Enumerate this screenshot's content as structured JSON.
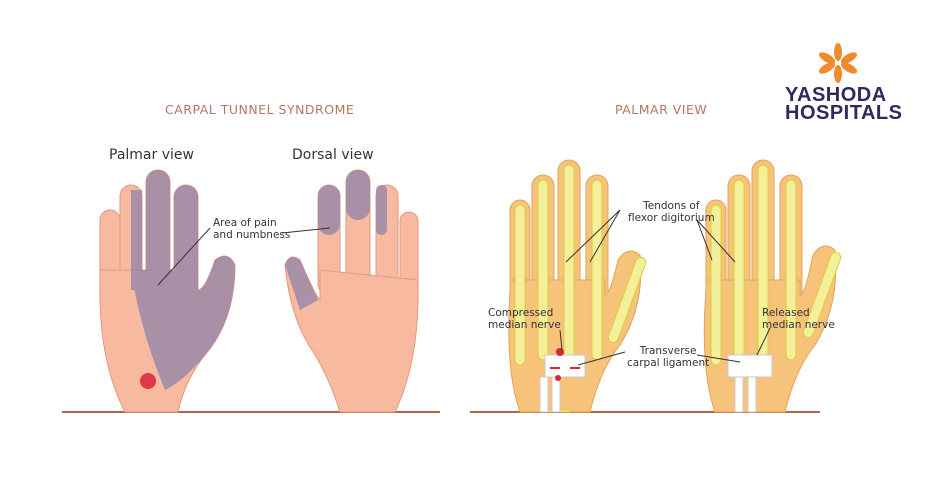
{
  "logo": {
    "line1": "YASHODA",
    "line2": "HOSPITALS"
  },
  "left_panel": {
    "title": "CARPAL TUNNEL SYNDROME",
    "palmar_label": "Palmar view",
    "dorsal_label": "Dorsal view",
    "annotation": [
      "Area of pain",
      "and numbness"
    ]
  },
  "right_panel": {
    "title": "PALMAR VIEW",
    "tendons": [
      "Tendons of",
      "flexor digitorium"
    ],
    "compressed": [
      "Compressed",
      "median nerve"
    ],
    "released": [
      "Released",
      "median nerve"
    ],
    "ligament": [
      "Transverse",
      "carpal ligament"
    ]
  },
  "colors": {
    "skin": "#f7b9a0",
    "numb": "#9d8aa8",
    "bone": "#f4ef9a",
    "bone_outline": "#d9cf3a",
    "ground": "#b0674f",
    "accent": "#f08a2c",
    "brand": "#2e2a5e"
  }
}
